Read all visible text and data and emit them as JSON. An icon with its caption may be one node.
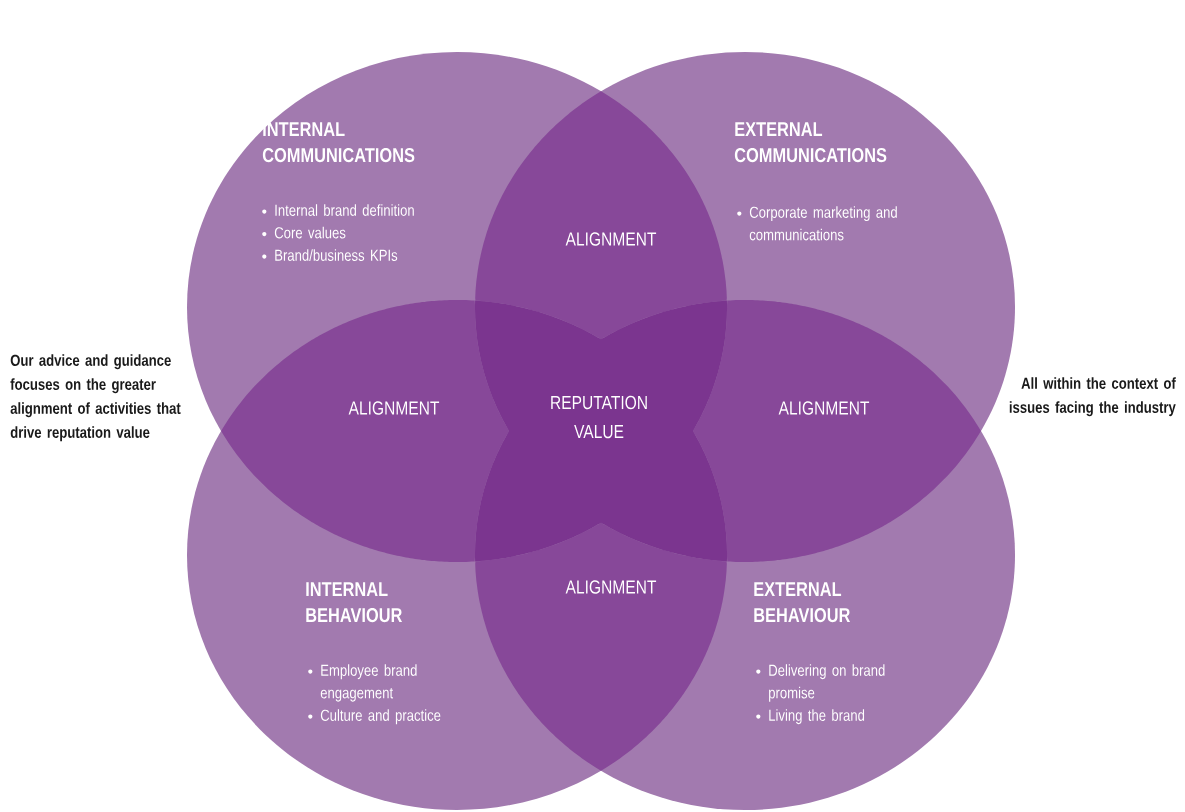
{
  "diagram": {
    "nodes": [
      {
        "text": [
          "INTERNAL COMMUNICATIONS",
          "Internal brand definition",
          "Core values",
          "Brand/business KPIs"
        ]
      },
      {
        "text": [
          "EXTERNAL COMMUNICATIONS",
          "Corporate marketing and communications"
        ]
      },
      {
        "text": [
          "INTERNAL BEHAVIOUR",
          "Employee brand engagement",
          "Culture and practice"
        ]
      },
      {
        "text": [
          "EXTERNAL BEHAVIOUR",
          "Delivering on brand promise",
          "Living the brand"
        ]
      },
      {
        "text": [
          "ALIGNMENT"
        ]
      },
      {
        "text": [
          "ALIGNMENT"
        ]
      },
      {
        "text": [
          "REPUTATION VALUE"
        ]
      },
      {
        "text": [
          "ALIGNMENT"
        ]
      },
      {
        "text": [
          "ALIGNMENT"
        ]
      }
    ],
    "labels": [
      "Our advice and guidance focuses on the greater alignment of activities that drive reputation value",
      "All within the context of issues facing the industry"
    ]
  }
}
